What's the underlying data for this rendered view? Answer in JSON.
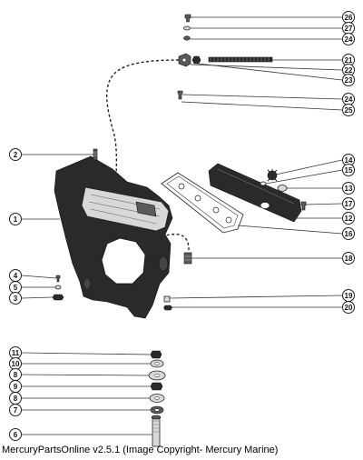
{
  "footer": {
    "caption": "MercuryPartsOnline v2.5.1 (Image Copyright- Mercury Marine)"
  },
  "callouts": {
    "c26a": "26",
    "c27": "27",
    "c24a": "24",
    "c21": "21",
    "c22": "22",
    "c23": "23",
    "c24b": "24",
    "c25": "25",
    "c2": "2",
    "c1": "1",
    "c14": "14",
    "c15": "15",
    "c13": "13",
    "c17": "17",
    "c12": "12",
    "c16": "16",
    "c18": "18",
    "c4": "4",
    "c5": "5",
    "c3": "3",
    "c19": "19",
    "c20": "20",
    "c11": "11",
    "c10": "10",
    "c8a": "8",
    "c9": "9",
    "c8b": "8",
    "c7": "7",
    "c6": "6"
  }
}
